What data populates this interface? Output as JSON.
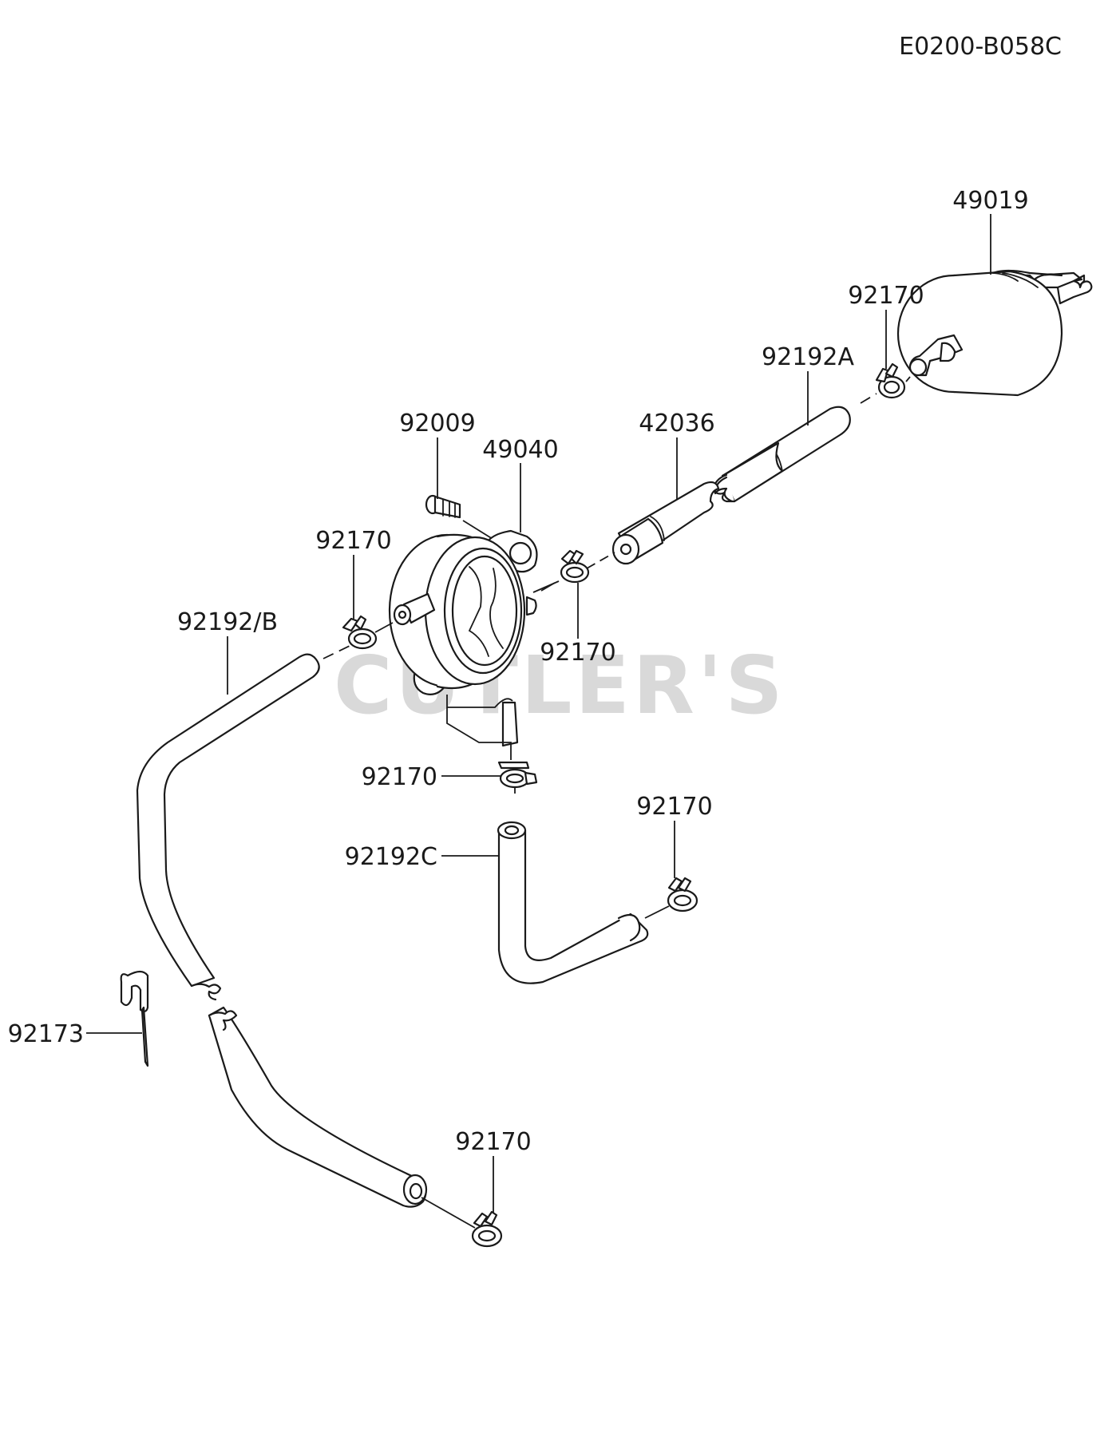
{
  "diagram_code": "E0200-B058C",
  "watermark": "CUTLER'S",
  "callouts": {
    "fuel_filter": "49019",
    "clamp_filter": "92170",
    "hose_a": "92192A",
    "joint": "42036",
    "bolt": "92009",
    "fuel_pump": "49040",
    "clamp_pump_left": "92170",
    "clamp_pump_right": "92170",
    "hose_b": "92192/B",
    "clamp_pump_bottom": "92170",
    "hose_c": "92192C",
    "clamp_hose_c": "92170",
    "clip": "92173",
    "clamp_hose_b_end": "92170"
  }
}
